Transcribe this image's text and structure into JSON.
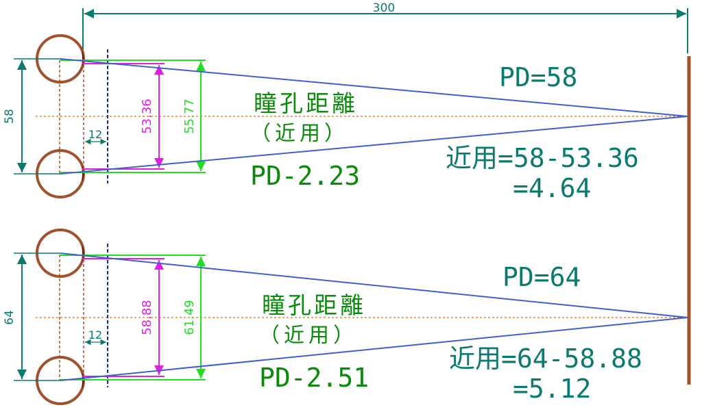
{
  "colors": {
    "eye": "#a0522d",
    "pupil": "#5a1a0a",
    "dim_teal": "#0a7a6f",
    "pd_magenta": "#e020e0",
    "pd_green": "#22dd22",
    "ray_blue": "#4060c8",
    "center_line": "#d07020",
    "lens_plane": "#1a2a7a",
    "target_bar": "#a0522d",
    "text_green": "#0a8a0a",
    "text_teal": "#0a7a6f"
  },
  "top_distance": "300",
  "cases": [
    {
      "eye_pd": "58",
      "near_pd": "53.36",
      "far_pd": "55.77",
      "lens_gap": "12",
      "title": "瞳孔距離",
      "subtitle": "（近用）",
      "diff": "PD-2.23",
      "pd_label": "PD=58",
      "formula": "近用=58-53.36",
      "result": "=4.64"
    },
    {
      "eye_pd": "64",
      "near_pd": "58.88",
      "far_pd": "61.49",
      "lens_gap": "12",
      "title": "瞳孔距離",
      "subtitle": "（近用）",
      "diff": "PD-2.51",
      "pd_label": "PD=64",
      "formula": "近用=64-58.88",
      "result": "=5.12"
    }
  ]
}
